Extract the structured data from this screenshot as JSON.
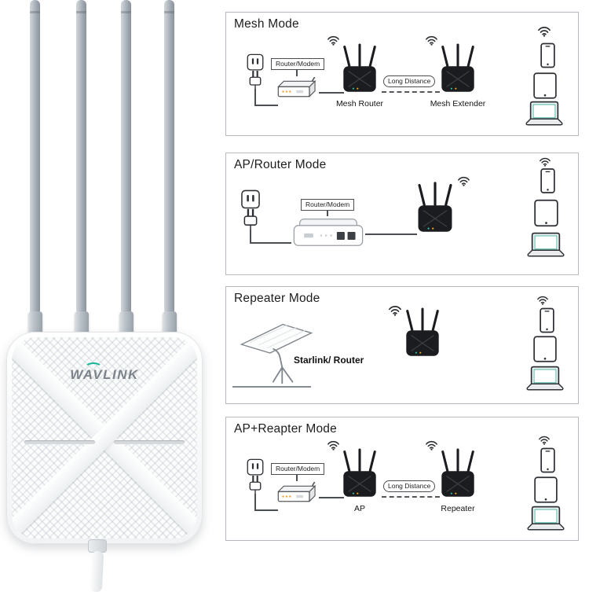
{
  "product": {
    "brand": "WAVLINK"
  },
  "colors": {
    "brand_teal": "#19b89c",
    "device_black": "#1b1c1f",
    "antenna_gray": "#a9b1b9",
    "panel_border": "#b6bbc1"
  },
  "panels": {
    "mesh": {
      "title": "Mesh Mode",
      "router_modem_label": "Router/Modem",
      "long_distance_label": "Long Distance",
      "left_device_label": "Mesh Router",
      "right_device_label": "Mesh Extender"
    },
    "ap_router": {
      "title": "AP/Router Mode",
      "router_modem_label": "Router/Modem"
    },
    "repeater": {
      "title": "Repeater Mode",
      "source_label": "Starlink/ Router"
    },
    "ap_repeater": {
      "title": "AP+Reapter Mode",
      "router_modem_label": "Router/Modem",
      "long_distance_label": "Long Distance",
      "left_device_label": "AP",
      "right_device_label": "Repeater"
    }
  }
}
